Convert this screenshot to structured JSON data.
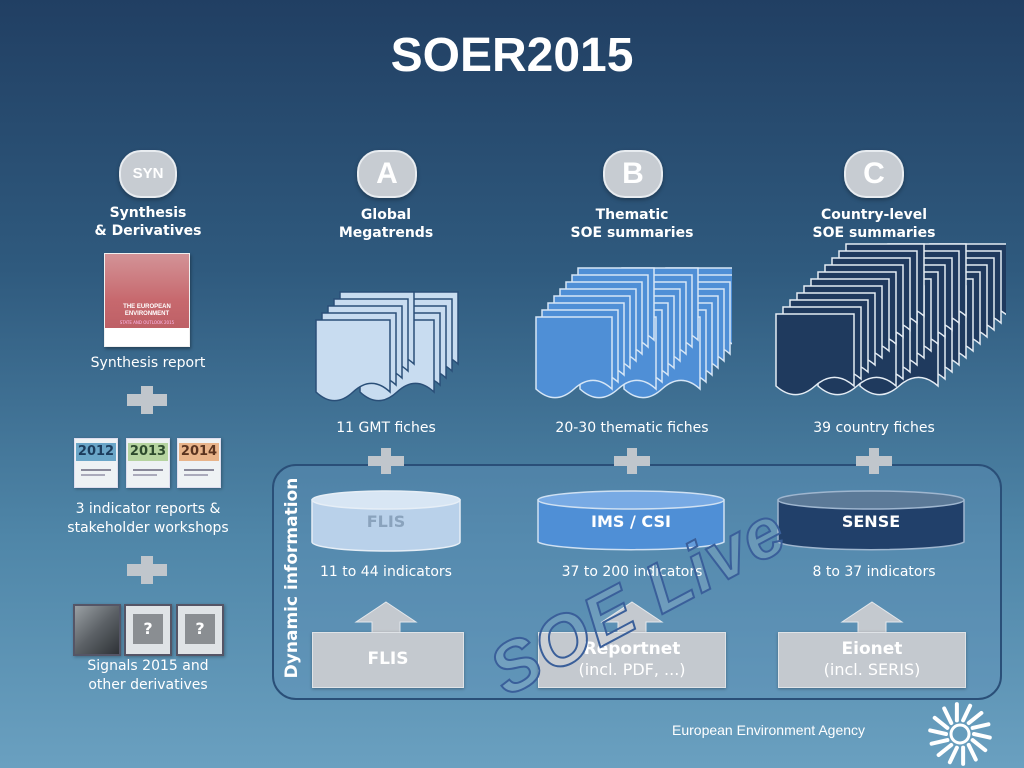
{
  "title": "SOER2015",
  "columns": {
    "syn": {
      "badge": "SYN",
      "heading_line1": "Synthesis",
      "heading_line2": "& Derivatives"
    },
    "a": {
      "badge": "A",
      "heading_line1": "Global",
      "heading_line2": "Megatrends",
      "fiches": "11 GMT fiches",
      "db": "FLIS",
      "indicators": "11 to 44 indicators",
      "source_line1": "FLIS",
      "source_line2": ""
    },
    "b": {
      "badge": "B",
      "heading_line1": "Thematic",
      "heading_line2": "SOE summaries",
      "fiches": "20-30  thematic fiches",
      "db": "IMS / CSI",
      "indicators": "37 to 200 indicators",
      "source_line1": "Reportnet",
      "source_line2": "(incl. PDF, ...)"
    },
    "c": {
      "badge": "C",
      "heading_line1": "Country-level",
      "heading_line2": "SOE summaries",
      "fiches": "39 country fiches",
      "db": "SENSE",
      "indicators": "8 to 37 indicators",
      "source_line1": "Eionet",
      "source_line2": "(incl. SERIS)"
    }
  },
  "synthesis": {
    "report_caption": "Synthesis report",
    "report_cover_title": "THE EUROPEAN ENVIRONMENT",
    "report_cover_sub": "STATE AND OUTLOOK 2015",
    "indicator_years": [
      "2012",
      "2013",
      "2014"
    ],
    "indicator_caption_line1": "3 indicator reports &",
    "indicator_caption_line2": "stakeholder workshops",
    "signals_marks": [
      "?",
      "?"
    ],
    "signals_caption_line1": "Signals 2015 and",
    "signals_caption_line2": "other derivatives"
  },
  "dynamic_label": "Dynamic information",
  "watermark": "SOE Live",
  "footer": "European Environment Agency",
  "colors": {
    "a_fiche": "#c8dcf0",
    "b_fiche": "#4f8fd6",
    "c_fiche": "#1f3a5e",
    "badge": "#c7ccd2"
  }
}
